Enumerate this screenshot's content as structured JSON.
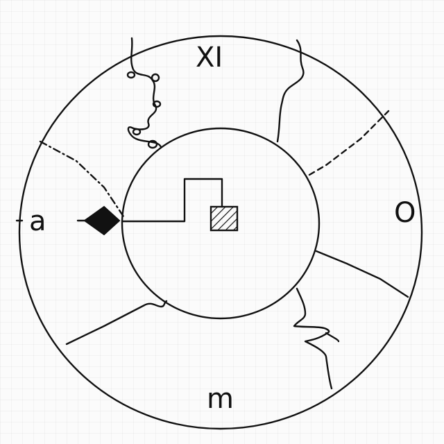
{
  "labels": {
    "top": "XI",
    "left": "a",
    "right": "O",
    "bottom": "m"
  }
}
